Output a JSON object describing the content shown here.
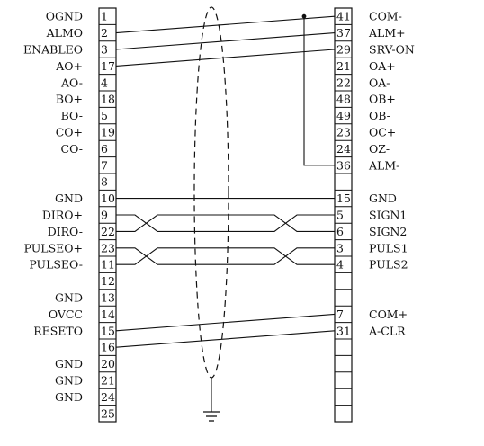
{
  "left_connector": {
    "rows": [
      {
        "pin": "1",
        "label": "OGND"
      },
      {
        "pin": "2",
        "label": "ALMO"
      },
      {
        "pin": "3",
        "label": "ENABLEO"
      },
      {
        "pin": "17",
        "label": "AO+"
      },
      {
        "pin": "4",
        "label": "AO-"
      },
      {
        "pin": "18",
        "label": "BO+"
      },
      {
        "pin": "5",
        "label": "BO-"
      },
      {
        "pin": "19",
        "label": "CO+"
      },
      {
        "pin": "6",
        "label": "CO-"
      },
      {
        "pin": "7",
        "label": ""
      },
      {
        "pin": "8",
        "label": ""
      },
      {
        "pin": "10",
        "label": "GND"
      },
      {
        "pin": "9",
        "label": "DIRO+"
      },
      {
        "pin": "22",
        "label": "DIRO-"
      },
      {
        "pin": "23",
        "label": "PULSEO+"
      },
      {
        "pin": "11",
        "label": "PULSEO-"
      },
      {
        "pin": "12",
        "label": ""
      },
      {
        "pin": "13",
        "label": "GND"
      },
      {
        "pin": "14",
        "label": "OVCC"
      },
      {
        "pin": "15",
        "label": "RESETO"
      },
      {
        "pin": "16",
        "label": ""
      },
      {
        "pin": "20",
        "label": "GND"
      },
      {
        "pin": "21",
        "label": "GND"
      },
      {
        "pin": "24",
        "label": "GND"
      },
      {
        "pin": "25",
        "label": ""
      }
    ]
  },
  "right_connector": {
    "rows": [
      {
        "pin": "41",
        "label": "COM-"
      },
      {
        "pin": "37",
        "label": "ALM+"
      },
      {
        "pin": "29",
        "label": "SRV-ON"
      },
      {
        "pin": "21",
        "label": "OA+"
      },
      {
        "pin": "22",
        "label": "OA-"
      },
      {
        "pin": "48",
        "label": "OB+"
      },
      {
        "pin": "49",
        "label": "OB-"
      },
      {
        "pin": "23",
        "label": "OC+"
      },
      {
        "pin": "24",
        "label": "OZ-"
      },
      {
        "pin": "36",
        "label": "ALM-"
      },
      {
        "pin": "",
        "label": ""
      },
      {
        "pin": "15",
        "label": "GND"
      },
      {
        "pin": "5",
        "label": "SIGN1"
      },
      {
        "pin": "6",
        "label": "SIGN2"
      },
      {
        "pin": "3",
        "label": "PULS1"
      },
      {
        "pin": "4",
        "label": "PULS2"
      },
      {
        "pin": "",
        "label": ""
      },
      {
        "pin": "",
        "label": ""
      },
      {
        "pin": "7",
        "label": "COM+"
      },
      {
        "pin": "31",
        "label": "A-CLR"
      },
      {
        "pin": "",
        "label": ""
      },
      {
        "pin": "",
        "label": ""
      },
      {
        "pin": "",
        "label": ""
      },
      {
        "pin": "",
        "label": ""
      },
      {
        "pin": "",
        "label": ""
      }
    ]
  },
  "wiring": {
    "straight": [
      [
        1,
        0
      ],
      [
        2,
        1
      ],
      [
        3,
        2
      ],
      [
        11,
        11
      ],
      [
        19,
        18
      ],
      [
        20,
        19
      ]
    ],
    "crossed_pairs": [
      [
        12,
        13,
        12,
        13
      ],
      [
        14,
        15,
        14,
        15
      ]
    ],
    "com_bus": {
      "from_right_row": 0,
      "to_right_row": 9
    }
  },
  "shield": {
    "style": "dashed",
    "grounded": true
  },
  "colors": {
    "line": "#111111",
    "background": "#ffffff"
  }
}
